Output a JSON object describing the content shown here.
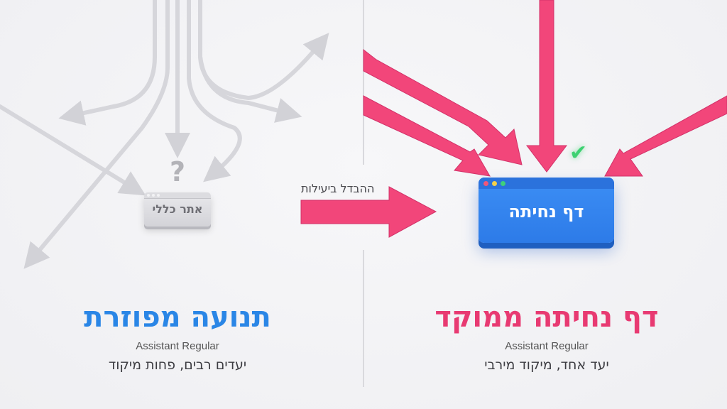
{
  "left_panel": {
    "site_box_label": "אתר כללי",
    "question_mark": "?",
    "title": "תנועה מפוזרת",
    "font_caption": "Assistant Regular",
    "subtitle": "יעדים רבים, פחות מיקוד",
    "title_color": "#2a86e6",
    "arrow_color": "#d8d8dc"
  },
  "center": {
    "arrow_label": "ההבדל ביעילות",
    "arrow_color": "#f2467a"
  },
  "right_panel": {
    "landing_box_label": "דף נחיתה",
    "window_dots": [
      "#f0577a",
      "#f2d04a",
      "#3fd17a"
    ],
    "check_icon": "✔",
    "title": "דף נחיתה ממוקד",
    "font_caption": "Assistant Regular",
    "subtitle": "יעד אחד, מיקוד מירבי",
    "title_color": "#e83a72",
    "arrow_color": "#f2467a",
    "box_color": "#3388f0"
  }
}
